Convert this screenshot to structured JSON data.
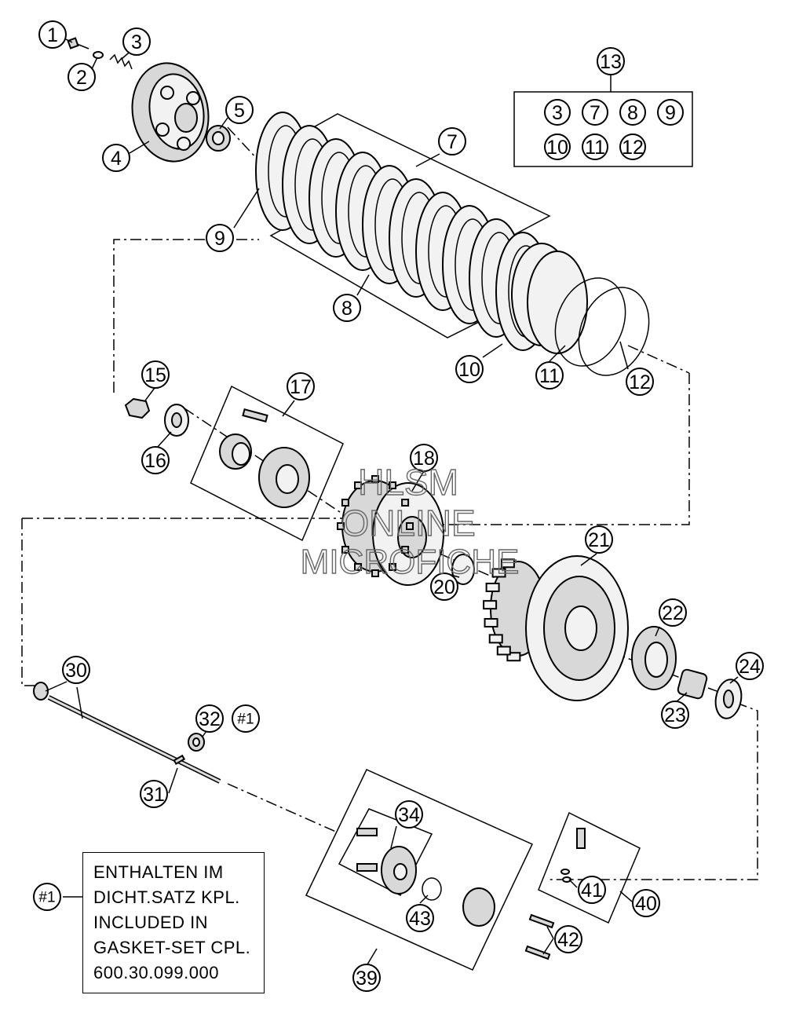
{
  "callouts": [
    {
      "id": "c1",
      "label": "1"
    },
    {
      "id": "c2",
      "label": "2"
    },
    {
      "id": "c3",
      "label": "3"
    },
    {
      "id": "c4",
      "label": "4"
    },
    {
      "id": "c5",
      "label": "5"
    },
    {
      "id": "c7",
      "label": "7"
    },
    {
      "id": "c8",
      "label": "8"
    },
    {
      "id": "c9",
      "label": "9"
    },
    {
      "id": "c10",
      "label": "10"
    },
    {
      "id": "c11",
      "label": "11"
    },
    {
      "id": "c12",
      "label": "12"
    },
    {
      "id": "c13",
      "label": "13"
    },
    {
      "id": "c15",
      "label": "15"
    },
    {
      "id": "c16",
      "label": "16"
    },
    {
      "id": "c17",
      "label": "17"
    },
    {
      "id": "c18",
      "label": "18"
    },
    {
      "id": "c20",
      "label": "20"
    },
    {
      "id": "c21",
      "label": "21"
    },
    {
      "id": "c22",
      "label": "22"
    },
    {
      "id": "c23",
      "label": "23"
    },
    {
      "id": "c24",
      "label": "24"
    },
    {
      "id": "c30",
      "label": "30"
    },
    {
      "id": "c31",
      "label": "31"
    },
    {
      "id": "c32",
      "label": "32"
    },
    {
      "id": "cg1",
      "label": "#1"
    },
    {
      "id": "c34",
      "label": "34"
    },
    {
      "id": "c39",
      "label": "39"
    },
    {
      "id": "c40",
      "label": "40"
    },
    {
      "id": "c41",
      "label": "41"
    },
    {
      "id": "c42",
      "label": "42"
    },
    {
      "id": "c43",
      "label": "43"
    },
    {
      "id": "cg2",
      "label": "#1"
    }
  ],
  "kit_13_members": [
    "3",
    "7",
    "8",
    "9",
    "10",
    "11",
    "12"
  ],
  "note": {
    "lines": [
      "ENTHALTEN IM",
      "DICHT.SATZ KPL.",
      "INCLUDED IN",
      "GASKET-SET CPL.",
      "600.30.099.000"
    ]
  },
  "watermark": {
    "lines": [
      "HLSM",
      "ONLINE",
      "MICROFICHE"
    ]
  }
}
